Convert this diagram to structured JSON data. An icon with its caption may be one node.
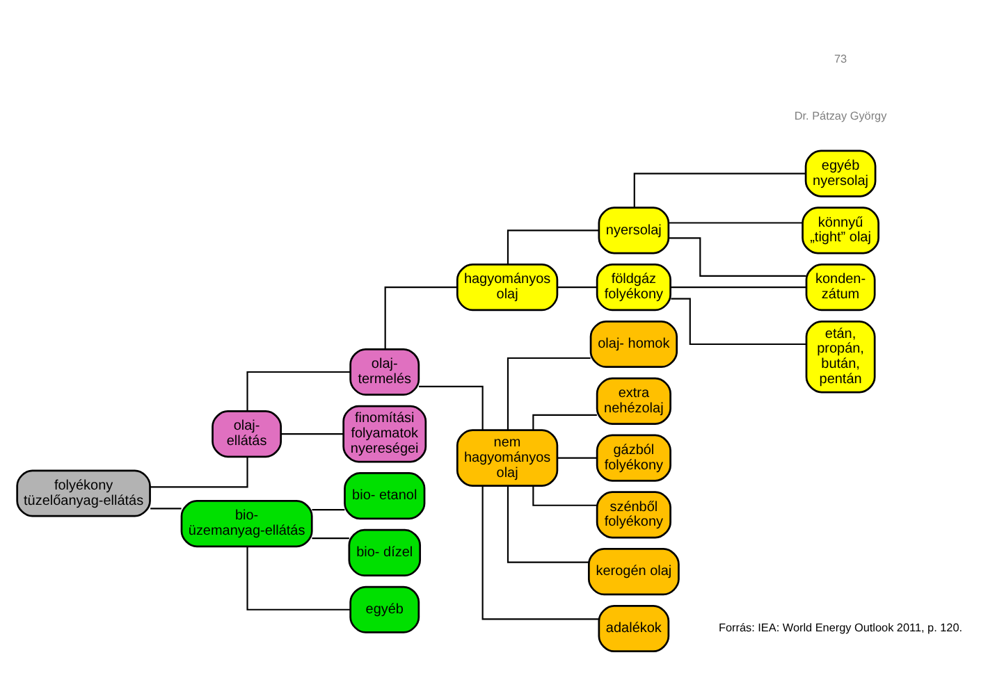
{
  "diagram": {
    "nodes": [
      {
        "text": [
          "folyékony tüzelőanyag-ellátás"
        ]
      },
      {
        "text": [
          "olaj- ellátás"
        ]
      },
      {
        "text": [
          "bio- üzemanyag-ellátás"
        ]
      },
      {
        "text": [
          "olaj- termelés"
        ]
      },
      {
        "text": [
          "finomítási folyamatok nyereségei"
        ]
      },
      {
        "text": [
          "bio- etanol"
        ]
      },
      {
        "text": [
          "bio- dízel"
        ]
      },
      {
        "text": [
          "egyéb"
        ]
      },
      {
        "text": [
          "hagyományos olaj"
        ]
      },
      {
        "text": [
          "nem hagyományos olaj"
        ]
      },
      {
        "text": [
          "nyersolaj"
        ]
      },
      {
        "text": [
          "földgáz folyékony"
        ]
      },
      {
        "text": [
          "egyéb nyersolaj"
        ]
      },
      {
        "text": [
          "könnyű „tight” olaj"
        ]
      },
      {
        "text": [
          "konden- zátum"
        ]
      },
      {
        "text": [
          "etán, propán, bután, pentán"
        ]
      },
      {
        "text": [
          "olaj- homok"
        ]
      },
      {
        "text": [
          "extra nehézolaj"
        ]
      },
      {
        "text": [
          "gázból folyékony"
        ]
      },
      {
        "text": [
          "szénből folyékony"
        ]
      },
      {
        "text": [
          "kerogén olaj"
        ]
      },
      {
        "text": [
          "adalékok"
        ]
      }
    ],
    "edges": [
      {
        "from": 0,
        "to": 1,
        "arrow": "none"
      },
      {
        "from": 0,
        "to": 2,
        "arrow": "none"
      },
      {
        "from": 1,
        "to": 3,
        "arrow": "none"
      },
      {
        "from": 1,
        "to": 4,
        "arrow": "none"
      },
      {
        "from": 2,
        "to": 5,
        "arrow": "none"
      },
      {
        "from": 2,
        "to": 6,
        "arrow": "none"
      },
      {
        "from": 2,
        "to": 7,
        "arrow": "none"
      },
      {
        "from": 3,
        "to": 8,
        "arrow": "none"
      },
      {
        "from": 3,
        "to": 9,
        "arrow": "none"
      },
      {
        "from": 8,
        "to": 10,
        "arrow": "none"
      },
      {
        "from": 8,
        "to": 11,
        "arrow": "none"
      },
      {
        "from": 10,
        "to": 12,
        "arrow": "none"
      },
      {
        "from": 10,
        "to": 13,
        "arrow": "none"
      },
      {
        "from": 10,
        "to": 14,
        "arrow": "none"
      },
      {
        "from": 11,
        "to": 14,
        "arrow": "none"
      },
      {
        "from": 11,
        "to": 15,
        "arrow": "none"
      },
      {
        "from": 9,
        "to": 16,
        "arrow": "none"
      },
      {
        "from": 9,
        "to": 17,
        "arrow": "none"
      },
      {
        "from": 9,
        "to": 18,
        "arrow": "none"
      },
      {
        "from": 9,
        "to": 19,
        "arrow": "none"
      },
      {
        "from": 9,
        "to": 20,
        "arrow": "none"
      },
      {
        "from": 9,
        "to": 21,
        "arrow": "none"
      }
    ],
    "labels": [
      "Forrás: IEA: World Energy Outlook 2011, p. 120.",
      "Dr. Pátzay György",
      "73"
    ]
  }
}
